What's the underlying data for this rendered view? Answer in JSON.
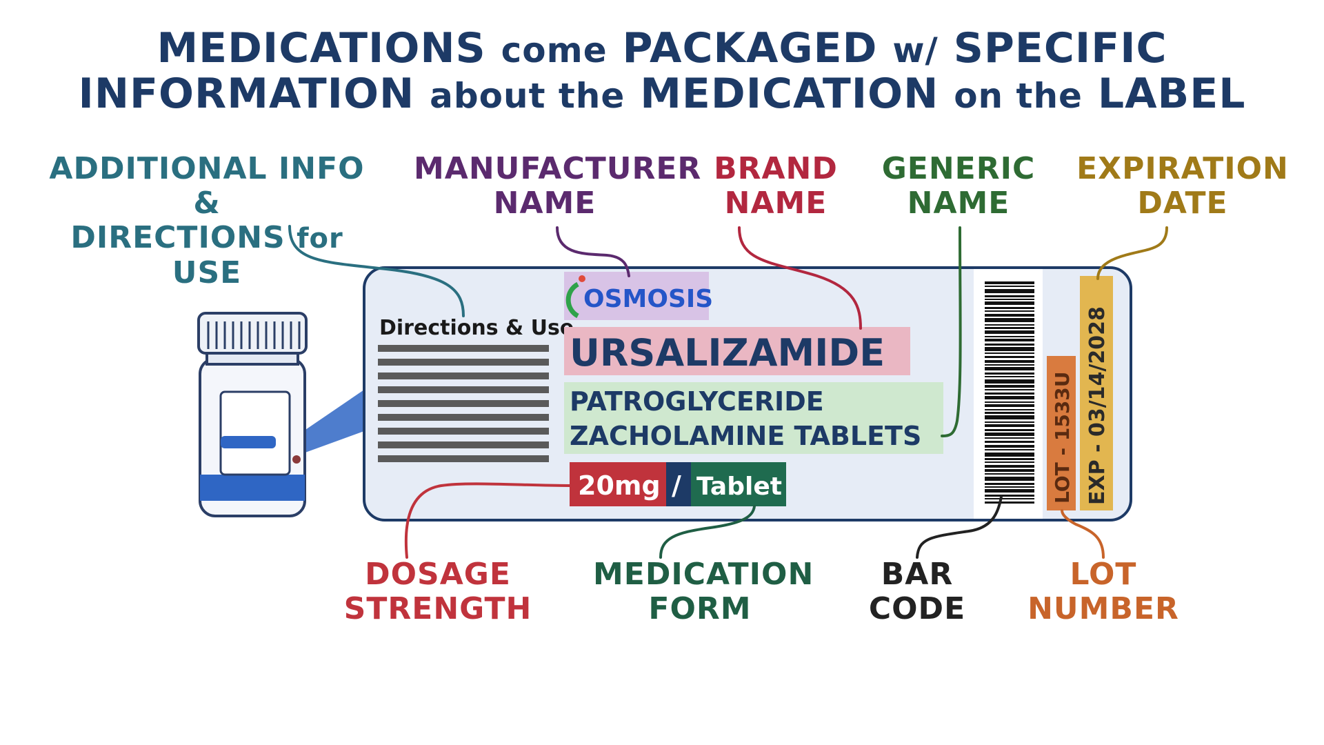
{
  "title": {
    "line1_a": "MEDICATIONS",
    "line1_b": "come",
    "line1_c": "PACKAGED",
    "line1_d": "w/",
    "line1_e": "SPECIFIC",
    "line2_a": "INFORMATION",
    "line2_b": "about the",
    "line2_c": "MEDICATION",
    "line2_d": "on the",
    "line2_e": "LABEL"
  },
  "callouts": {
    "additional_info": {
      "line1": "ADDITIONAL INFO &",
      "line2a": "DIRECTIONS",
      "line2b": "for",
      "line2c": "USE",
      "color": "#2a6f80"
    },
    "manufacturer": {
      "line1": "MANUFACTURER",
      "line2": "NAME",
      "color": "#5b2a6e"
    },
    "brand": {
      "line1": "BRAND",
      "line2": "NAME",
      "color": "#b2273f"
    },
    "generic": {
      "line1": "GENERIC",
      "line2": "NAME",
      "color": "#2e6b33"
    },
    "expiration": {
      "line1": "EXPIRATION",
      "line2": "DATE",
      "color": "#a07a18"
    },
    "dosage": {
      "line1": "DOSAGE",
      "line2": "STRENGTH",
      "color": "#c0333c"
    },
    "form": {
      "line1": "MEDICATION",
      "line2": "FORM",
      "color": "#1f5e44"
    },
    "barcode": {
      "line1": "BAR",
      "line2": "CODE",
      "color": "#222222"
    },
    "lot": {
      "line1": "LOT",
      "line2": "NUMBER",
      "color": "#c8642a"
    }
  },
  "label": {
    "directions_heading": "Directions & Use",
    "manufacturer_logo": "OSMOSIS",
    "brand_name": "URSALIZAMIDE",
    "generic_line1": "PATROGLYCERIDE",
    "generic_line2": "ZACHOLAMINE TABLETS",
    "strength": "20mg",
    "separator": "/",
    "form": "Tablet",
    "lot": "LOT - 1533U",
    "expiration": "EXP - 03/14/2028"
  },
  "colors": {
    "title": "#1d3a66",
    "label_bg": "#e6ecf6",
    "label_border": "#1d3a66",
    "manufacturer_box": "#d8c3e6",
    "brand_box": "#eab7c3",
    "generic_box": "#cfe8cf",
    "strength_box": "#c0333c",
    "form_box": "#1f6b4f",
    "separator_box": "#1d3a66",
    "lot_box": "#d97b3f",
    "exp_box": "#e2b650",
    "bottle_blue": "#2f66c4"
  },
  "icons": {
    "bottle": "pill-bottle-icon",
    "barcode": "barcode-icon",
    "logo": "osmosis-logo"
  }
}
